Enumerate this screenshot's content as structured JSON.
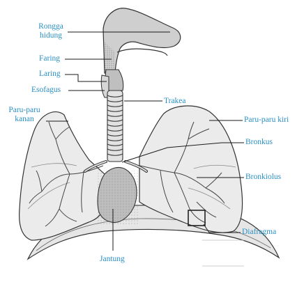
{
  "labels": {
    "rongga_hidung": "Rongga\nhidung",
    "faring": "Faring",
    "laring": "Laring",
    "esofagus": "Esofagus",
    "trakea": "Trakea",
    "paru_kanan": "Paru-paru\nkanan",
    "paru_kiri": "Paru-paru kiri",
    "bronkus": "Bronkus",
    "bronkiolus": "Bronkiolus",
    "diafragma": "Diafragma",
    "jantung": "Jantung"
  },
  "colors": {
    "label": "#2a8fc4",
    "line": "#1a1a1a",
    "fill_light": "#e8e8e8",
    "fill_mid": "#cfcfcf",
    "fill_dark": "#a8a8a8",
    "outline": "#333333"
  }
}
